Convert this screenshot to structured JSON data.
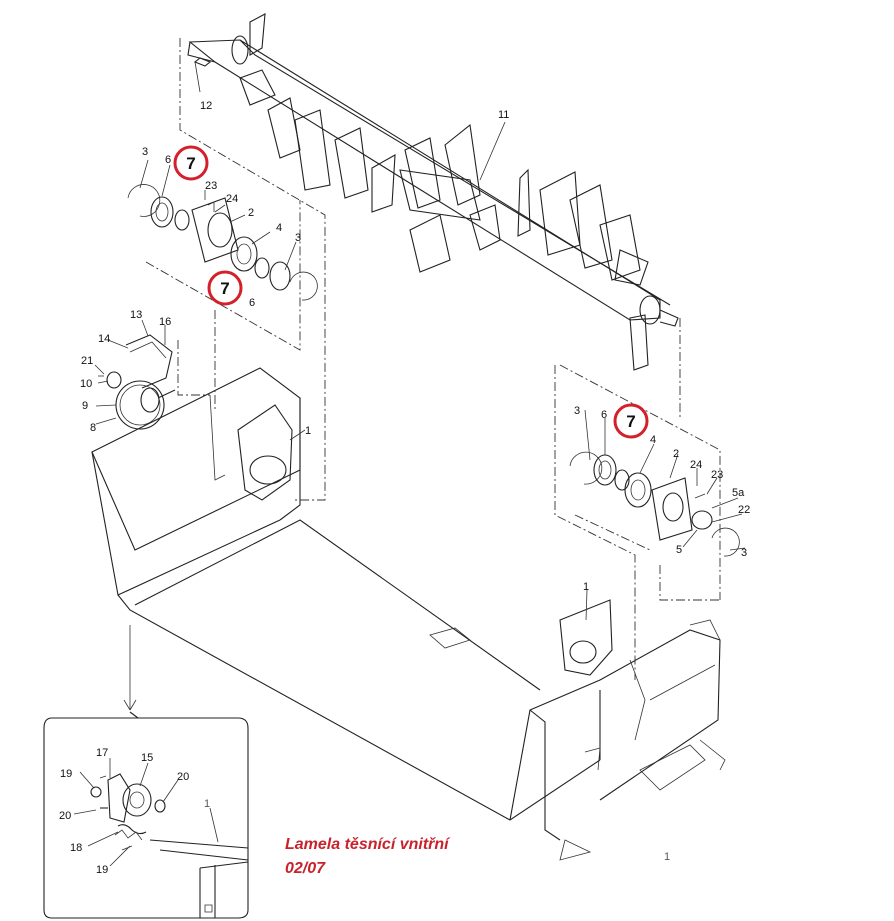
{
  "labels": {
    "l12": "12",
    "l11": "11",
    "l3a": "3",
    "l6a": "6",
    "l23a": "23",
    "l24a": "24",
    "l2a": "2",
    "l4a": "4",
    "l3b": "3",
    "l6b": "6",
    "l13": "13",
    "l16": "16",
    "l14": "14",
    "l21": "21",
    "l10": "10",
    "l9": "9",
    "l8": "8",
    "l1a": "1",
    "l3c": "3",
    "l6c": "6",
    "l4b": "4",
    "l2b": "2",
    "l24b": "24",
    "l23b": "23",
    "l5a": "5a",
    "l22": "22",
    "l5": "5",
    "l3d": "3",
    "l1b": "1",
    "l17": "17",
    "l15": "15",
    "l19a": "19",
    "l20a": "20",
    "l20b": "20",
    "l18": "18",
    "l19b": "19",
    "l1c": "1",
    "l1d": "1"
  },
  "callouts": {
    "c1": "7",
    "c2": "7",
    "c3": "7"
  },
  "caption": {
    "line1": "Lamela těsnící vnitřní",
    "line2": "02/07"
  },
  "colors": {
    "highlight": "#d4202a",
    "caption": "#c8232c"
  }
}
